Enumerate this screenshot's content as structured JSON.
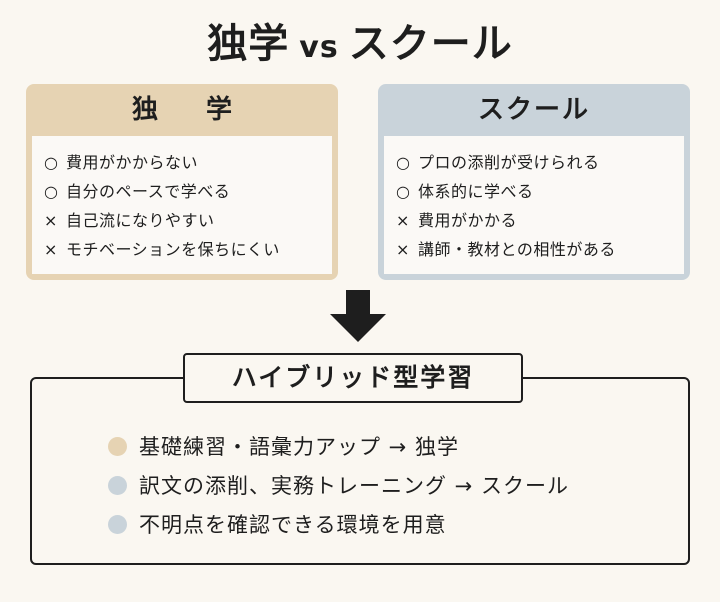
{
  "title": {
    "left": "独学",
    "vs": "vs",
    "right": "スクール"
  },
  "dokugaku": {
    "heading": "独学",
    "items": [
      {
        "mark": "○",
        "text": "費用がかからない"
      },
      {
        "mark": "○",
        "text": "自分のペースで学べる"
      },
      {
        "mark": "×",
        "text": "自己流になりやすい"
      },
      {
        "mark": "×",
        "text": "モチベーションを保ちにくい"
      }
    ]
  },
  "school": {
    "heading": "スクール",
    "items": [
      {
        "mark": "○",
        "text": "プロの添削が受けられる"
      },
      {
        "mark": "○",
        "text": "体系的に学べる"
      },
      {
        "mark": "×",
        "text": "費用がかかる"
      },
      {
        "mark": "×",
        "text": "講師・教材との相性がある"
      }
    ]
  },
  "hybrid": {
    "heading": "ハイブリッド型学習",
    "items": [
      {
        "text": "基礎練習・語彙力アップ → 独学",
        "color": "#e6d3b3"
      },
      {
        "text": "訳文の添削、実務トレーニング → スクール",
        "color": "#c9d3da"
      },
      {
        "text": "不明点を確認できる環境を用意",
        "color": "#c9d3da"
      }
    ]
  },
  "colors": {
    "dokugaku_accent": "#e6d3b3",
    "school_accent": "#c9d3da",
    "background": "#faf7f1",
    "ink": "#1e1e1e"
  },
  "icons": {
    "flow_arrow": "arrow-down-icon"
  }
}
